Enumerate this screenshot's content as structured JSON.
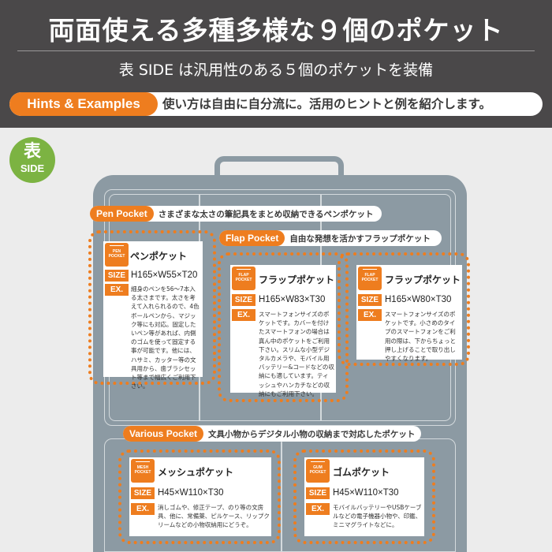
{
  "header": {
    "title": "両面使える多種多様な９個のポケット",
    "subtitle": "表 SIDE は汎用性のある５個のポケットを装備",
    "hints_label": "Hints & Examples",
    "hints_text": "使い方は自由に自分流に。活用のヒントと例を紹介します。"
  },
  "side_badge": {
    "kanji": "表",
    "side": "SIDE"
  },
  "colors": {
    "accent": "#ee7d1f",
    "header_bg": "#4a4849",
    "bag": "#8c9aa3",
    "badge_green": "#7cb342"
  },
  "sections": {
    "pen": {
      "en": "Pen Pocket",
      "jp": "さまざまな太さの筆記具をまとめ収納できるペンポケット"
    },
    "flap": {
      "en": "Flap Pocket",
      "jp": "自由な発想を活かすフラップポケット"
    },
    "various": {
      "en": "Various Pocket",
      "jp": "文具小物からデジタル小物の収納まで対応したポケット"
    }
  },
  "labels": {
    "size": "SIZE",
    "ex": "EX."
  },
  "pockets": {
    "pen": {
      "icon": "PEN POCKET",
      "name": "ペンポケット",
      "size": "H165×W55×T20",
      "example": "細身のペンを56〜7本入る太さまです。太さを考えて入れられるので、4色ボールペンから、マジック等にも対応。固定したいペン等があれば、内側のゴムを使って固定する事が可能です。他には、ハサミ、カッター等の文具用から、歯ブラシセット等まで幅広くご利用下さい。"
    },
    "flap1": {
      "icon": "FLAP POCKET",
      "name": "フラップポケット",
      "size": "H165×W83×T30",
      "example": "スマートフォンサイズのポケットです。カバーを付けたスマートフォンの場合は真ん中のポケットをご利用下さい。スリムな小型デジタルカメラや、モバイル用バッテリー&コードなどの収納にも適しています。ティッシュやハンカチなどの収納にもご利用下さい。"
    },
    "flap2": {
      "icon": "FLAP POCKET",
      "name": "フラップポケット",
      "size": "H165×W80×T30",
      "example": "スマートフォンサイズのポケットです。小さめのタイプのスマートフォンをご利用の際は、下からちょっと押し上げることで取り出しやすくなります。"
    },
    "mesh": {
      "icon": "MESH POCKET",
      "name": "メッシュポケット",
      "size": "H45×W110×T30",
      "example": "消しゴムや、修正テープ、のり等の文房具、他に、常備薬、ピルケース、リップクリームなどの小物収納用にどうぞ。"
    },
    "gum": {
      "icon": "GUM POCKET",
      "name": "ゴムポケット",
      "size": "H45×W110×T30",
      "example": "モバイルバッテリーやUSBケーブルなどの電子機器小物や、印鑑、ミニマグライトなどに。"
    }
  }
}
